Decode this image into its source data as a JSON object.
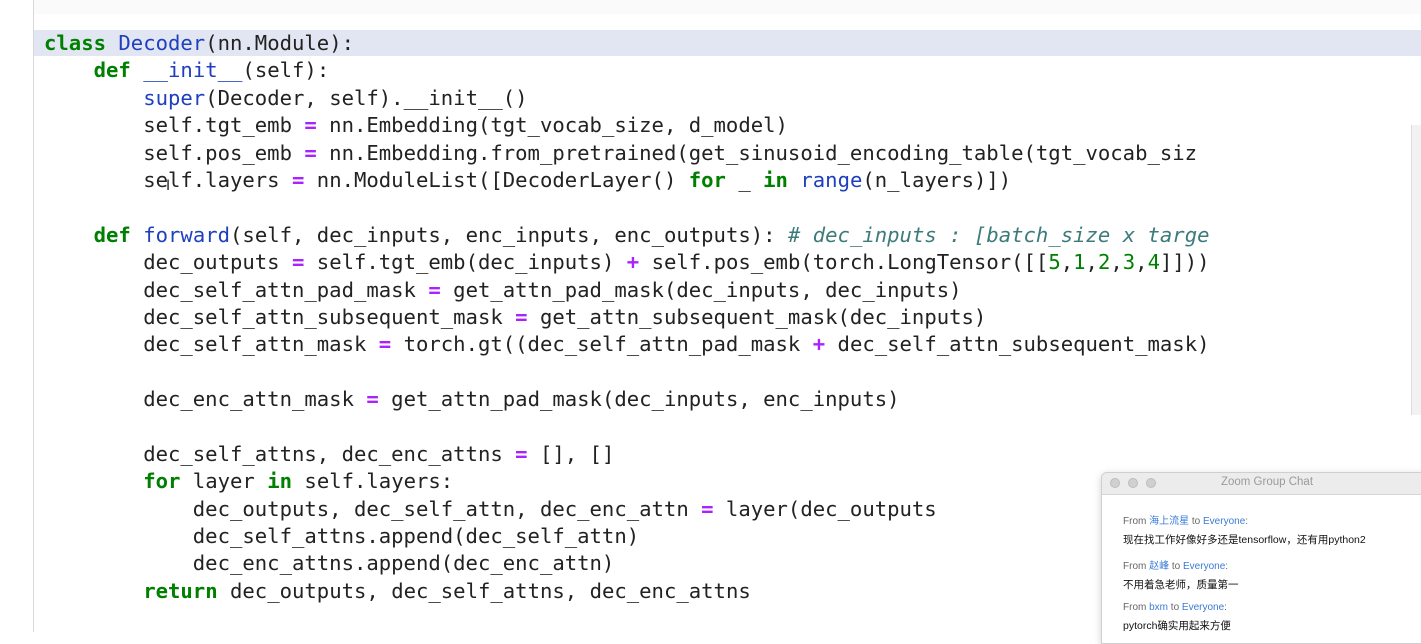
{
  "code_lines": [
    [
      {
        "t": "class ",
        "c": "kw"
      },
      {
        "t": "Decoder",
        "c": "fn"
      },
      {
        "t": "(nn.Module):",
        "c": ""
      }
    ],
    [
      {
        "t": "    ",
        "c": ""
      },
      {
        "t": "def ",
        "c": "kw"
      },
      {
        "t": "__init__",
        "c": "fn"
      },
      {
        "t": "(self):",
        "c": ""
      }
    ],
    [
      {
        "t": "        ",
        "c": ""
      },
      {
        "t": "super",
        "c": "bi"
      },
      {
        "t": "(Decoder, self).__init__()",
        "c": ""
      }
    ],
    [
      {
        "t": "        self.tgt_emb ",
        "c": ""
      },
      {
        "t": "=",
        "c": "op"
      },
      {
        "t": " nn.Embedding(tgt_vocab_size, d_model)",
        "c": ""
      }
    ],
    [
      {
        "t": "        self.pos_emb ",
        "c": ""
      },
      {
        "t": "=",
        "c": "op"
      },
      {
        "t": " nn.Embedding.from_pretrained(get_sinusoid_encoding_table(tgt_vocab_siz",
        "c": ""
      }
    ],
    [
      {
        "t": "        self.layers ",
        "c": ""
      },
      {
        "t": "=",
        "c": "op"
      },
      {
        "t": " nn.ModuleList([DecoderLayer() ",
        "c": ""
      },
      {
        "t": "for",
        "c": "kw"
      },
      {
        "t": " _ ",
        "c": ""
      },
      {
        "t": "in",
        "c": "kw"
      },
      {
        "t": " ",
        "c": ""
      },
      {
        "t": "range",
        "c": "bi"
      },
      {
        "t": "(n_layers)])",
        "c": ""
      }
    ],
    [
      {
        "t": "",
        "c": ""
      }
    ],
    [
      {
        "t": "    ",
        "c": ""
      },
      {
        "t": "def ",
        "c": "kw"
      },
      {
        "t": "forward",
        "c": "fn"
      },
      {
        "t": "(self, dec_inputs, enc_inputs, enc_outputs): ",
        "c": ""
      },
      {
        "t": "# dec_inputs : [batch_size x targe",
        "c": "cm"
      }
    ],
    [
      {
        "t": "        dec_outputs ",
        "c": ""
      },
      {
        "t": "=",
        "c": "op"
      },
      {
        "t": " self.tgt_emb(dec_inputs) ",
        "c": ""
      },
      {
        "t": "+",
        "c": "op"
      },
      {
        "t": " self.pos_emb(torch.LongTensor([[",
        "c": ""
      },
      {
        "t": "5",
        "c": "num"
      },
      {
        "t": ",",
        "c": ""
      },
      {
        "t": "1",
        "c": "num"
      },
      {
        "t": ",",
        "c": ""
      },
      {
        "t": "2",
        "c": "num"
      },
      {
        "t": ",",
        "c": ""
      },
      {
        "t": "3",
        "c": "num"
      },
      {
        "t": ",",
        "c": ""
      },
      {
        "t": "4",
        "c": "num"
      },
      {
        "t": "]]))",
        "c": ""
      }
    ],
    [
      {
        "t": "        dec_self_attn_pad_mask ",
        "c": ""
      },
      {
        "t": "=",
        "c": "op"
      },
      {
        "t": " get_attn_pad_mask(dec_inputs, dec_inputs)",
        "c": ""
      }
    ],
    [
      {
        "t": "        dec_self_attn_subsequent_mask ",
        "c": ""
      },
      {
        "t": "=",
        "c": "op"
      },
      {
        "t": " get_attn_subsequent_mask(dec_inputs)",
        "c": ""
      }
    ],
    [
      {
        "t": "        dec_self_attn_mask ",
        "c": ""
      },
      {
        "t": "=",
        "c": "op"
      },
      {
        "t": " torch.gt((dec_self_attn_pad_mask ",
        "c": ""
      },
      {
        "t": "+",
        "c": "op"
      },
      {
        "t": " dec_self_attn_subsequent_mask)",
        "c": ""
      }
    ],
    [
      {
        "t": "",
        "c": ""
      }
    ],
    [
      {
        "t": "        dec_enc_attn_mask ",
        "c": ""
      },
      {
        "t": "=",
        "c": "op"
      },
      {
        "t": " get_attn_pad_mask(dec_inputs, enc_inputs)",
        "c": ""
      }
    ],
    [
      {
        "t": "",
        "c": ""
      }
    ],
    [
      {
        "t": "        dec_self_attns, dec_enc_attns ",
        "c": ""
      },
      {
        "t": "=",
        "c": "op"
      },
      {
        "t": " [], []",
        "c": ""
      }
    ],
    [
      {
        "t": "        ",
        "c": ""
      },
      {
        "t": "for",
        "c": "kw"
      },
      {
        "t": " layer ",
        "c": ""
      },
      {
        "t": "in",
        "c": "kw"
      },
      {
        "t": " self.layers:",
        "c": ""
      }
    ],
    [
      {
        "t": "            dec_outputs, dec_self_attn, dec_enc_attn ",
        "c": ""
      },
      {
        "t": "=",
        "c": "op"
      },
      {
        "t": " layer(dec_outputs",
        "c": ""
      }
    ],
    [
      {
        "t": "            dec_self_attns.append(dec_self_attn)",
        "c": ""
      }
    ],
    [
      {
        "t": "            dec_enc_attns.append(dec_enc_attn)",
        "c": ""
      }
    ],
    [
      {
        "t": "        ",
        "c": ""
      },
      {
        "t": "return",
        "c": "kw"
      },
      {
        "t": " dec_outputs, dec_self_attns, dec_enc_attns",
        "c": ""
      }
    ]
  ],
  "chat": {
    "title": "Zoom Group Chat",
    "messages": [
      {
        "from_label": "From ",
        "sender": "海上流星",
        "to_label": " to ",
        "recipient": "Everyone",
        "suffix": ":",
        "body": "现在找工作好像好多还是tensorflow，还有用python2"
      },
      {
        "from_label": "From ",
        "sender": "赵峰",
        "to_label": " to ",
        "recipient": "Everyone",
        "suffix": ":",
        "body": "不用着急老师，质量第一"
      },
      {
        "from_label": "From ",
        "sender": "bxm",
        "to_label": " to ",
        "recipient": "Everyone",
        "suffix": ":",
        "body": "pytorch确实用起来方便"
      }
    ]
  },
  "colors": {
    "current_line": "#e2e5f2",
    "keyword": "#008000",
    "name": "#1f3fbf",
    "operator": "#aa22ff",
    "comment": "#3d7b7b",
    "chat_link": "#3b7bd6"
  }
}
